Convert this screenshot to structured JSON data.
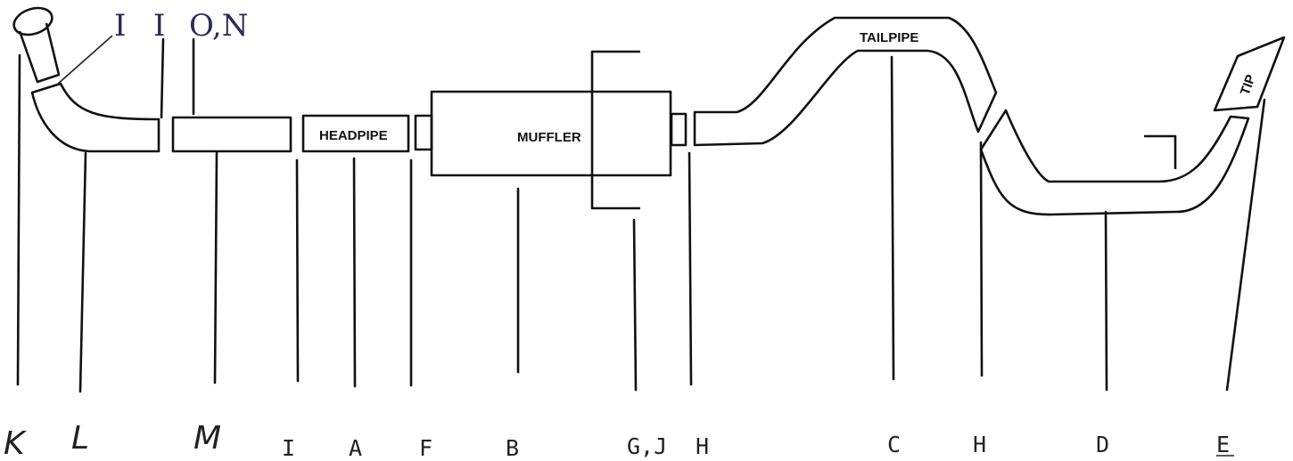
{
  "parts": {
    "headpipe": "HEADPIPE",
    "muffler": "MUFFLER",
    "tailpipe": "TAILPIPE",
    "tip": "TIP"
  },
  "top_labels": {
    "first": "I",
    "second": "I",
    "third": "O,N"
  },
  "bottom_labels": [
    "K",
    "L",
    "M",
    "I",
    "A",
    "F",
    "B",
    "G,J",
    "H",
    "C",
    "H",
    "D",
    "E"
  ]
}
